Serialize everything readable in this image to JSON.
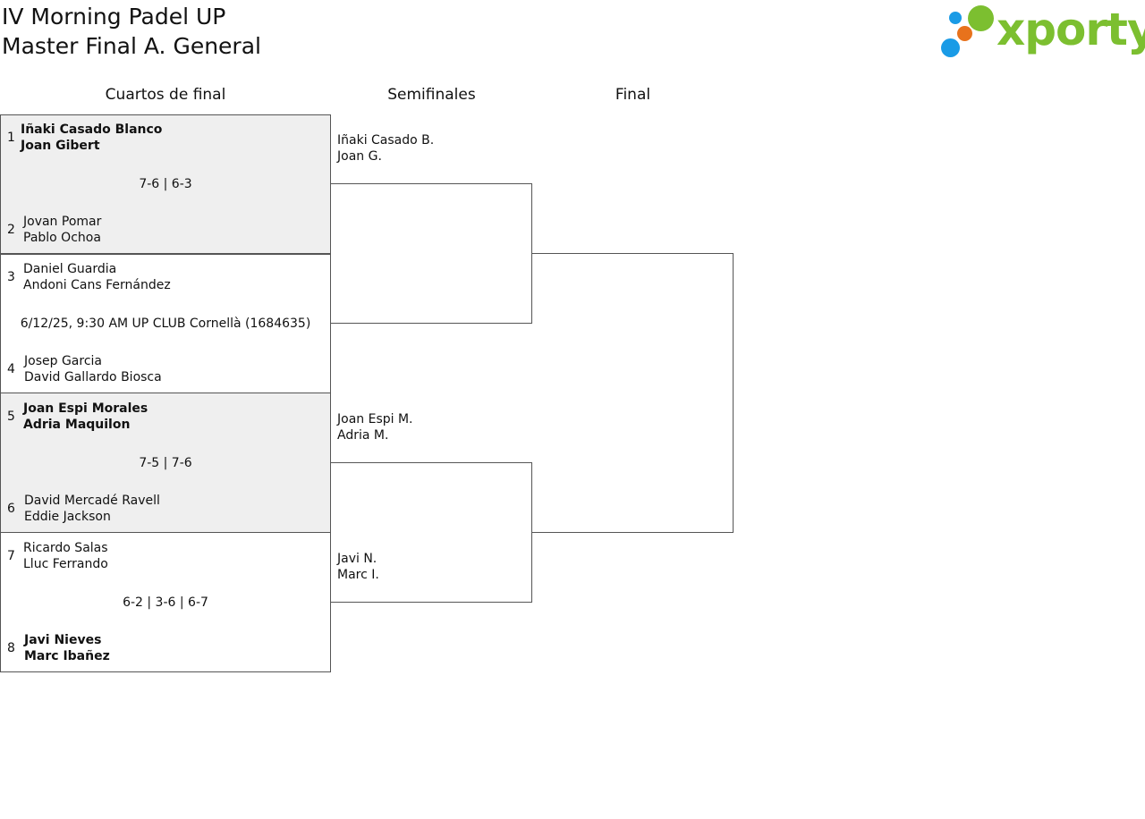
{
  "header": {
    "title_line1": "IV Morning Padel UP",
    "title_line2": "Master Final A. General",
    "logo_text": "xporty",
    "logo_colors": {
      "green": "#7cbf30",
      "orange": "#e8721c",
      "blue": "#1a9be6"
    }
  },
  "columns": {
    "quarterfinals": "Cuartos de final",
    "semifinals": "Semifinales",
    "final": "Final"
  },
  "quarterfinals": [
    {
      "shaded": true,
      "top": {
        "seed": "1",
        "p1": "Iñaki Casado Blanco",
        "p2": "Joan Gibert",
        "winner": true
      },
      "info": "7-6 | 6-3",
      "bottom": {
        "seed": "2",
        "p1": "Jovan Pomar",
        "p2": "Pablo Ochoa",
        "winner": false
      }
    },
    {
      "shaded": false,
      "top": {
        "seed": "3",
        "p1": "Daniel Guardia",
        "p2": "Andoni Cans Fernández",
        "winner": false
      },
      "info": "6/12/25, 9:30 AM UP CLUB Cornellà (1684635)",
      "bottom": {
        "seed": "4",
        "p1": "Josep Garcia",
        "p2": "David Gallardo Biosca",
        "winner": false
      }
    },
    {
      "shaded": true,
      "top": {
        "seed": "5",
        "p1": "Joan Espi Morales",
        "p2": "Adria Maquilon",
        "winner": true
      },
      "info": "7-5 | 7-6",
      "bottom": {
        "seed": "6",
        "p1": "David Mercadé Ravell",
        "p2": "Eddie Jackson",
        "winner": false
      }
    },
    {
      "shaded": false,
      "top": {
        "seed": "7",
        "p1": "Ricardo Salas",
        "p2": "Lluc Ferrando",
        "winner": false
      },
      "info": "6-2 | 3-6 | 6-7",
      "bottom": {
        "seed": "8",
        "p1": "Javi Nieves",
        "p2": "Marc Ibañez",
        "winner": true
      }
    }
  ],
  "semifinals": [
    {
      "p1": "Iñaki Casado B.",
      "p2": "Joan G."
    },
    {
      "p1": "",
      "p2": ""
    },
    {
      "p1": "Joan Espi M.",
      "p2": "Adria M."
    },
    {
      "p1": "Javi N.",
      "p2": "Marc I."
    }
  ]
}
